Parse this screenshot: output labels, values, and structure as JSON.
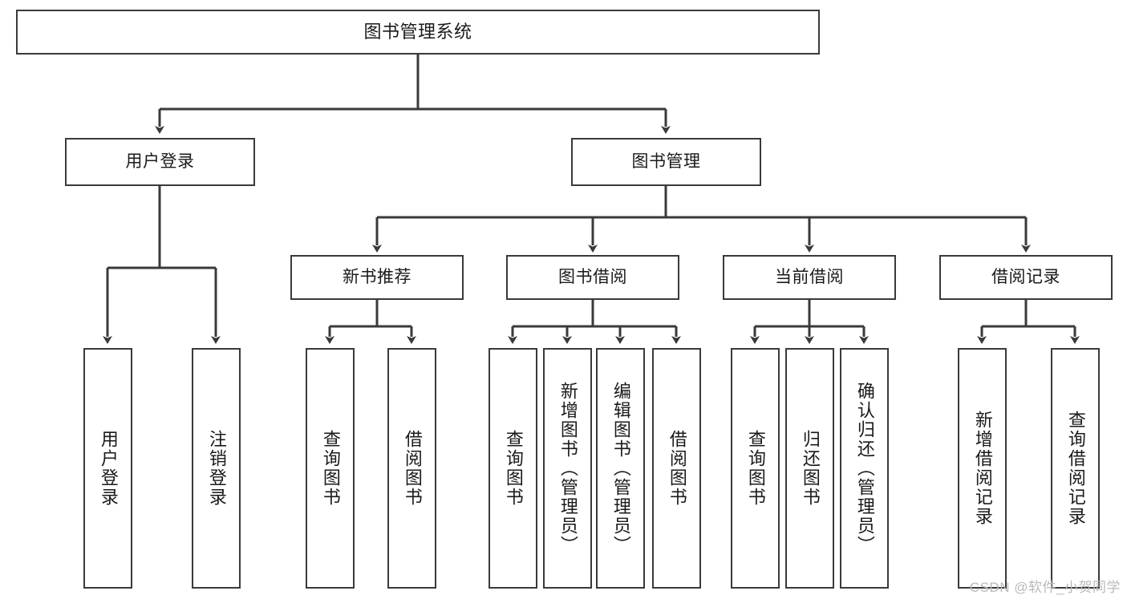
{
  "diagram": {
    "type": "tree-hierarchy",
    "title": "图书管理系统",
    "colors": {
      "background": "#ffffff",
      "node_fill": "#ffffff",
      "node_border": "#3a3a3a",
      "edge": "#3a3a3a",
      "text": "#1a1a1a",
      "watermark": "#b9b9b9"
    },
    "levels": {
      "root": "图书管理系统",
      "level1": [
        "用户登录",
        "图书管理"
      ],
      "level2": [
        "新书推荐",
        "图书借阅",
        "当前借阅",
        "借阅记录"
      ]
    },
    "nodes": {
      "root": {
        "label": "图书管理系统"
      },
      "user_login": {
        "label": "用户登录"
      },
      "book_manage": {
        "label": "图书管理"
      },
      "new_book_rec": {
        "label": "新书推荐"
      },
      "book_borrow": {
        "label": "图书借阅"
      },
      "current_borrow": {
        "label": "当前借阅"
      },
      "borrow_record": {
        "label": "借阅记录"
      },
      "leaf_user_login": {
        "label": "用户登录"
      },
      "leaf_logout_login": {
        "label": "注销登录"
      },
      "leaf_query_book_1": {
        "label": "查询图书"
      },
      "leaf_borrow_book_1": {
        "label": "借阅图书"
      },
      "leaf_query_book_2": {
        "label": "查询图书"
      },
      "leaf_add_book_admin": {
        "label": "新增图书（管理员）"
      },
      "leaf_edit_book_admin": {
        "label": "编辑图书（管理员）"
      },
      "leaf_borrow_book_2": {
        "label": "借阅图书"
      },
      "leaf_query_book_3": {
        "label": "查询图书"
      },
      "leaf_return_book": {
        "label": "归还图书"
      },
      "leaf_confirm_return_admin": {
        "label": "确认归还（管理员）"
      },
      "leaf_add_borrow_record": {
        "label": "新增借阅记录"
      },
      "leaf_query_borrow_record": {
        "label": "查询借阅记录"
      }
    },
    "edges": [
      {
        "from": "root",
        "to": "user_login"
      },
      {
        "from": "root",
        "to": "book_manage"
      },
      {
        "from": "user_login",
        "to": "leaf_user_login"
      },
      {
        "from": "user_login",
        "to": "leaf_logout_login"
      },
      {
        "from": "book_manage",
        "to": "new_book_rec"
      },
      {
        "from": "book_manage",
        "to": "book_borrow"
      },
      {
        "from": "book_manage",
        "to": "current_borrow"
      },
      {
        "from": "book_manage",
        "to": "borrow_record"
      },
      {
        "from": "new_book_rec",
        "to": "leaf_query_book_1"
      },
      {
        "from": "new_book_rec",
        "to": "leaf_borrow_book_1"
      },
      {
        "from": "book_borrow",
        "to": "leaf_query_book_2"
      },
      {
        "from": "book_borrow",
        "to": "leaf_add_book_admin"
      },
      {
        "from": "book_borrow",
        "to": "leaf_edit_book_admin"
      },
      {
        "from": "book_borrow",
        "to": "leaf_borrow_book_2"
      },
      {
        "from": "current_borrow",
        "to": "leaf_query_book_3"
      },
      {
        "from": "current_borrow",
        "to": "leaf_return_book"
      },
      {
        "from": "current_borrow",
        "to": "leaf_confirm_return_admin"
      },
      {
        "from": "borrow_record",
        "to": "leaf_add_borrow_record"
      },
      {
        "from": "borrow_record",
        "to": "leaf_query_borrow_record"
      }
    ]
  },
  "watermark": {
    "text": "CSDN @软件_小贺同学"
  }
}
